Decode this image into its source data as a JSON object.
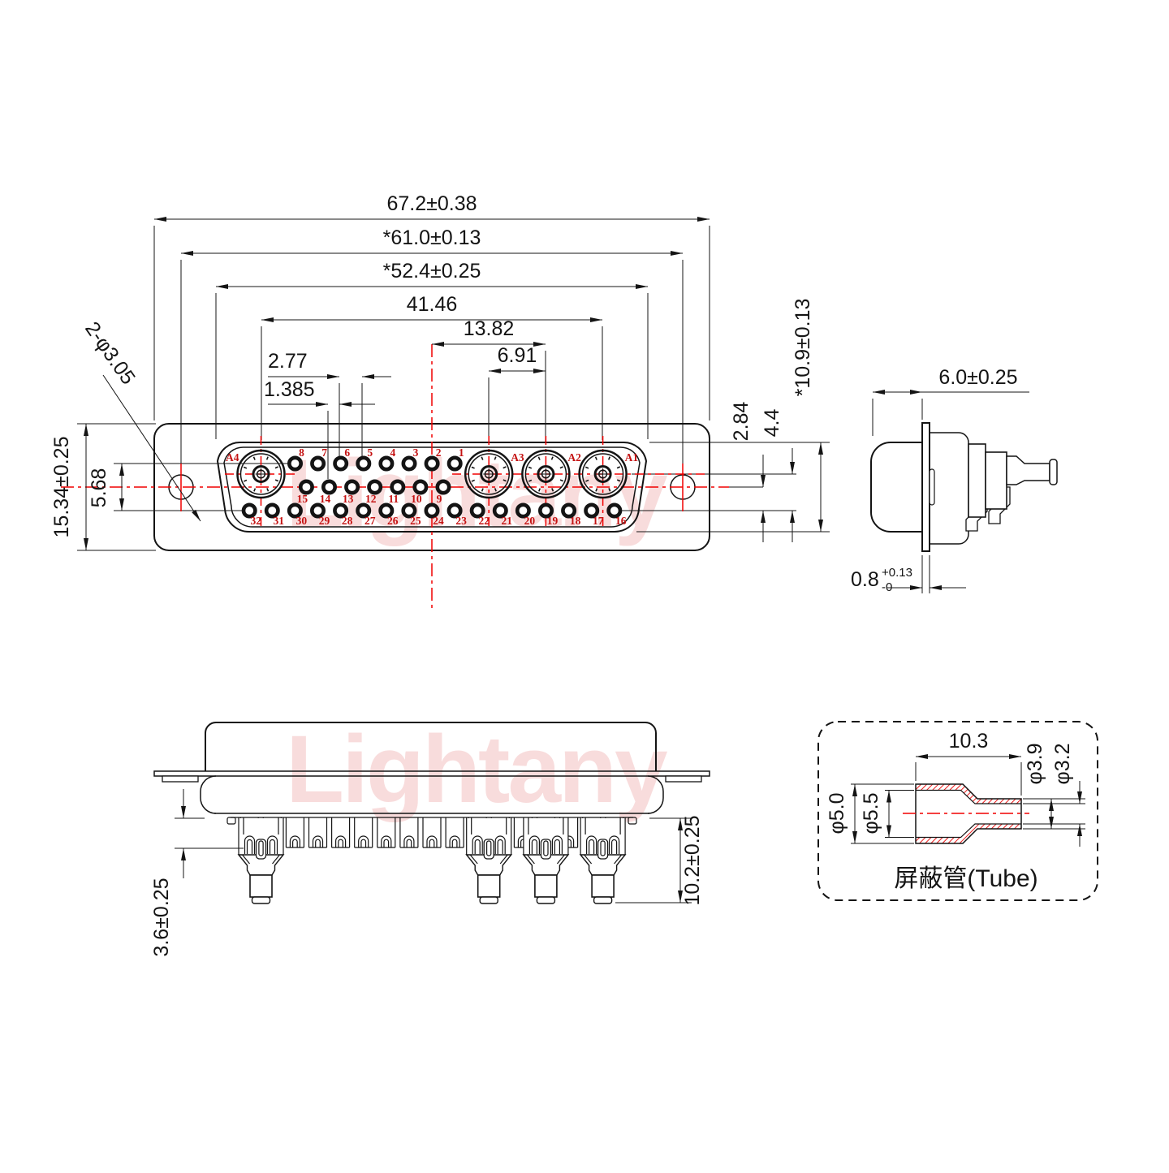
{
  "watermark": "Lightany",
  "front_view": {
    "pin_labels": {
      "top": [
        "8",
        "7",
        "6",
        "5",
        "4",
        "3",
        "2",
        "1"
      ],
      "middle": [
        "15",
        "14",
        "13",
        "12",
        "11",
        "10",
        "9"
      ],
      "bottom": [
        "32",
        "31",
        "30",
        "29",
        "28",
        "27",
        "26",
        "25",
        "24",
        "23",
        "22",
        "21",
        "20",
        "19",
        "18",
        "17",
        "16"
      ],
      "coax": [
        "A4",
        "A3",
        "A2",
        "A1"
      ]
    },
    "dims": {
      "overall_width": "67.2±0.38",
      "mounting_width": "*61.0±0.13",
      "shell_width": "*52.4±0.25",
      "coax_span": "41.46",
      "coax_center_offset": "13.82",
      "coax_pitch": "6.91",
      "pin_pitch": "2.77",
      "row_stagger": "1.385",
      "mounting_holes": "2-φ3.05",
      "flange_height": "15.34±0.25",
      "row_span": "5.68",
      "mid_to_bottom_row": "2.84",
      "coax_to_bottom_row": "4.4",
      "shell_height": "*10.9±0.13"
    }
  },
  "right_side_view": {
    "dims": {
      "shell_depth": "6.0±0.25",
      "flange_thickness": "0.8",
      "flange_tol_upper": "+0.13",
      "flange_tol_lower": "-0"
    }
  },
  "bottom_side_view": {
    "dims": {
      "cup_depth": "3.6±0.25",
      "tail_length": "10.2±0.25"
    }
  },
  "tube_view": {
    "caption": "屏蔽管(Tube)",
    "dims": {
      "neck_length": "10.3",
      "neck_outer_dia": "φ3.9",
      "neck_inner_dia": "φ3.2",
      "body_outer_dia": "φ5.0",
      "body_inner_dia": "φ5.5"
    }
  }
}
